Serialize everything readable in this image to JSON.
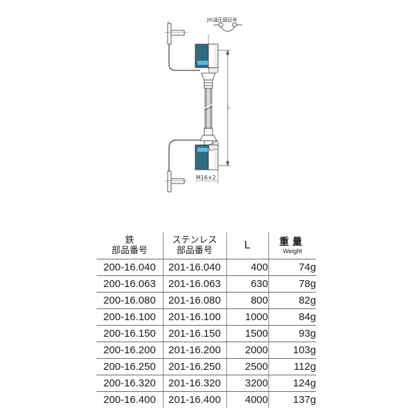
{
  "diagram": {
    "jis_symbol_label": "JIS油圧図記号",
    "thread_label": "M16×2",
    "dimension_label": "L",
    "colors": {
      "nut_fill": "#2f6b82",
      "nut_highlight": "#5fb9d8",
      "line": "#555555"
    }
  },
  "table": {
    "headers": {
      "iron": {
        "line1": "鉄",
        "line2": "部品番号"
      },
      "stainless": {
        "line1": "ステンレス",
        "line2": "部品番号"
      },
      "length": "L",
      "weight": {
        "line1": "重量",
        "line2": "Weight"
      }
    },
    "rows": [
      {
        "iron": "200-16.040",
        "stainless": "201-16.040",
        "length": "400",
        "weight": "74g"
      },
      {
        "iron": "200-16.063",
        "stainless": "201-16.063",
        "length": "630",
        "weight": "78g"
      },
      {
        "iron": "200-16.080",
        "stainless": "201-16.080",
        "length": "800",
        "weight": "82g"
      },
      {
        "iron": "200-16.100",
        "stainless": "201-16.100",
        "length": "1000",
        "weight": "84g"
      },
      {
        "iron": "200-16.150",
        "stainless": "201-16.150",
        "length": "1500",
        "weight": "93g"
      },
      {
        "iron": "200-16.200",
        "stainless": "201-16.200",
        "length": "2000",
        "weight": "103g"
      },
      {
        "iron": "200-16.250",
        "stainless": "201-16.250",
        "length": "2500",
        "weight": "112g"
      },
      {
        "iron": "200-16.320",
        "stainless": "201-16.320",
        "length": "3200",
        "weight": "124g"
      },
      {
        "iron": "200-16.400",
        "stainless": "201-16.400",
        "length": "4000",
        "weight": "137g"
      }
    ]
  }
}
